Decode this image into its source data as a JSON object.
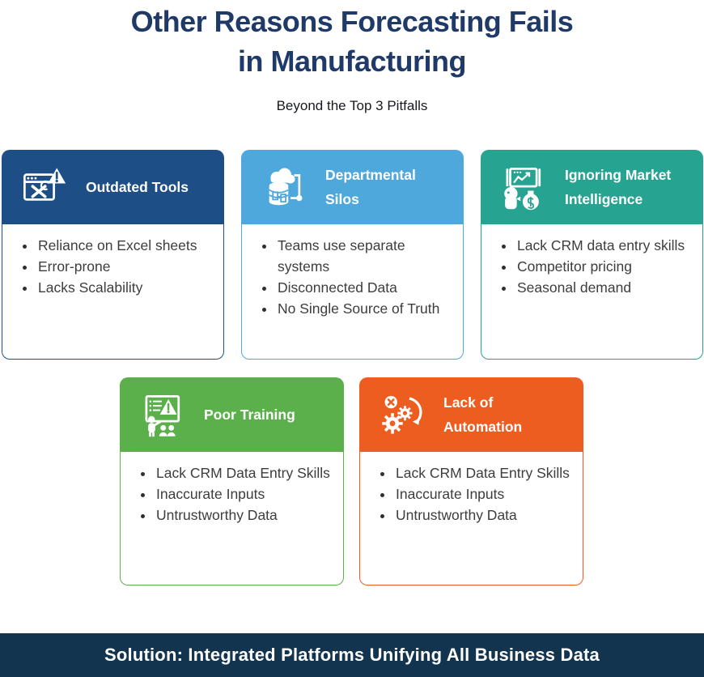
{
  "header": {
    "title_line1": "Other Reasons Forecasting Fails",
    "title_line2": "in Manufacturing",
    "subtitle": "Beyond the Top 3 Pitfalls"
  },
  "cards": [
    {
      "title": "Outdated Tools",
      "icon": "browser-tools-warning-icon",
      "accent_color": "#1e4e86",
      "items": [
        "Reliance on Excel sheets",
        "Error-prone",
        "Lacks Scalability"
      ]
    },
    {
      "title": "Departmental Silos",
      "icon": "cloud-database-silos-icon",
      "accent_color": "#4fa8dc",
      "items": [
        "Teams use separate systems",
        "Disconnected Data",
        "No Single Source of Truth"
      ]
    },
    {
      "title": "Ignoring Market Intelligence",
      "icon": "market-intelligence-icon",
      "accent_color": "#27a392",
      "items": [
        "Lack CRM data entry skills",
        "Competitor pricing",
        "Seasonal demand"
      ]
    },
    {
      "title": "Poor Training",
      "icon": "training-warning-icon",
      "accent_color": "#5bb04c",
      "items": [
        "Lack CRM Data Entry Skills",
        "Inaccurate Inputs",
        "Untrustworthy Data"
      ]
    },
    {
      "title": "Lack of Automation",
      "icon": "gears-automation-icon",
      "accent_color": "#ed5d20",
      "items": [
        "Lack CRM Data Entry Skills",
        "Inaccurate Inputs",
        "Untrustworthy Data"
      ]
    }
  ],
  "footer": {
    "text": "Solution: Integrated Platforms Unifying All Business Data",
    "background_color": "#12344f"
  },
  "colors": {
    "title_text": "#1f3a68",
    "body_text": "#3d3d3d",
    "dollar_glyph": "$"
  }
}
